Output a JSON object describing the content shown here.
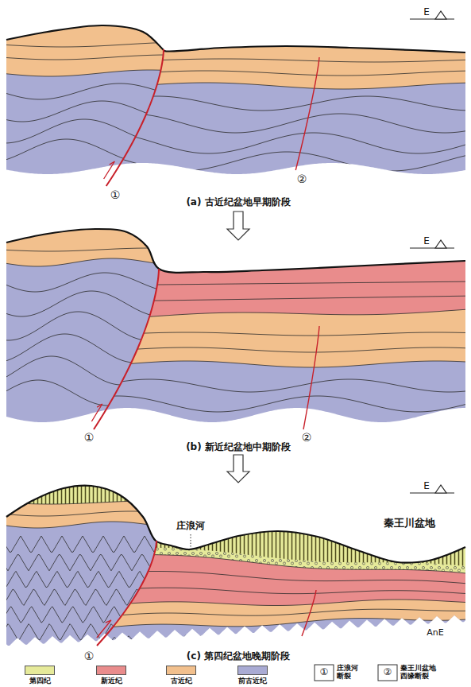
{
  "diagram": {
    "labels": [
      "E",
      "①",
      "②",
      "(a) 古近纪盆地早期阶段",
      "E",
      "①",
      "②",
      "(b) 新近纪盆地中期阶段",
      "E",
      "庄浪河",
      "秦王川盆地",
      "AnE",
      "①",
      "(c) 第四纪盆地晚期阶段",
      "①",
      "②"
    ],
    "legend": [
      {
        "text": "第四纪",
        "color": "#e6ea9a"
      },
      {
        "text": "新近纪",
        "color": "#e98c8c"
      },
      {
        "text": "古近纪",
        "color": "#f2c08d"
      },
      {
        "text": "前古近纪",
        "color": "#a9abd4"
      },
      {
        "text": "庄浪河 断裂"
      },
      {
        "text": "秦王川盆地 西缘断裂"
      }
    ]
  }
}
